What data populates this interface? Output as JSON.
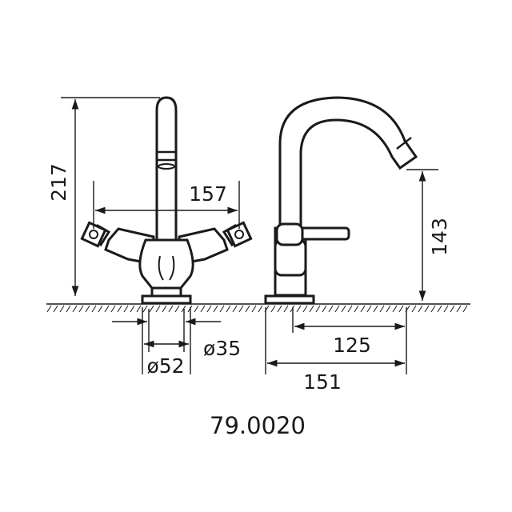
{
  "product_code": "79.0020",
  "dimensions": {
    "height_total": "217",
    "handle_span": "157",
    "spout_height": "143",
    "spout_reach": "125",
    "overall_depth": "151",
    "base_diameter": "ø52",
    "hole_diameter": "ø35"
  },
  "colors": {
    "line": "#1a1a1a",
    "background": "#ffffff"
  }
}
